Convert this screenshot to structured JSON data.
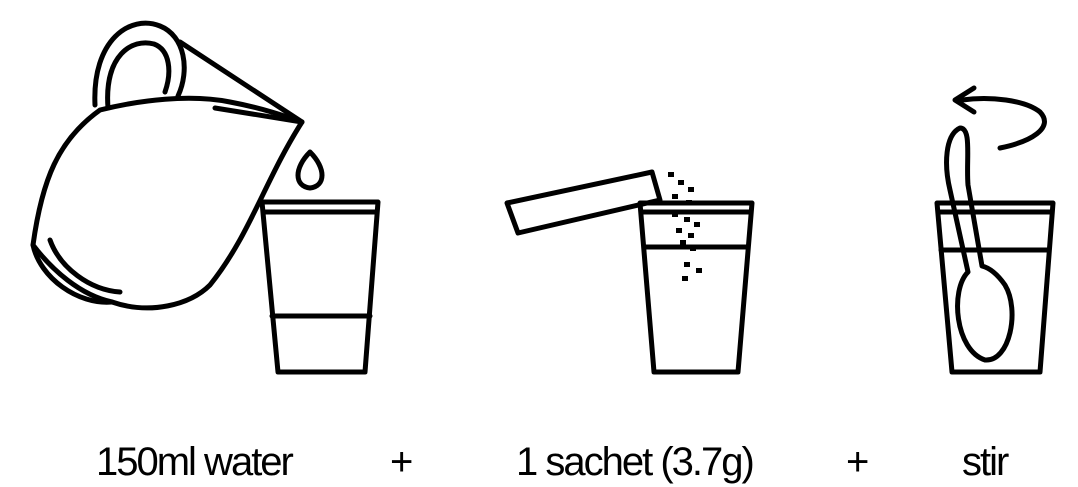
{
  "steps": [
    {
      "label": "150ml water"
    },
    {
      "label": "1 sachet (3.7g)"
    },
    {
      "label": "stir"
    }
  ],
  "separators": [
    "+",
    "+"
  ]
}
